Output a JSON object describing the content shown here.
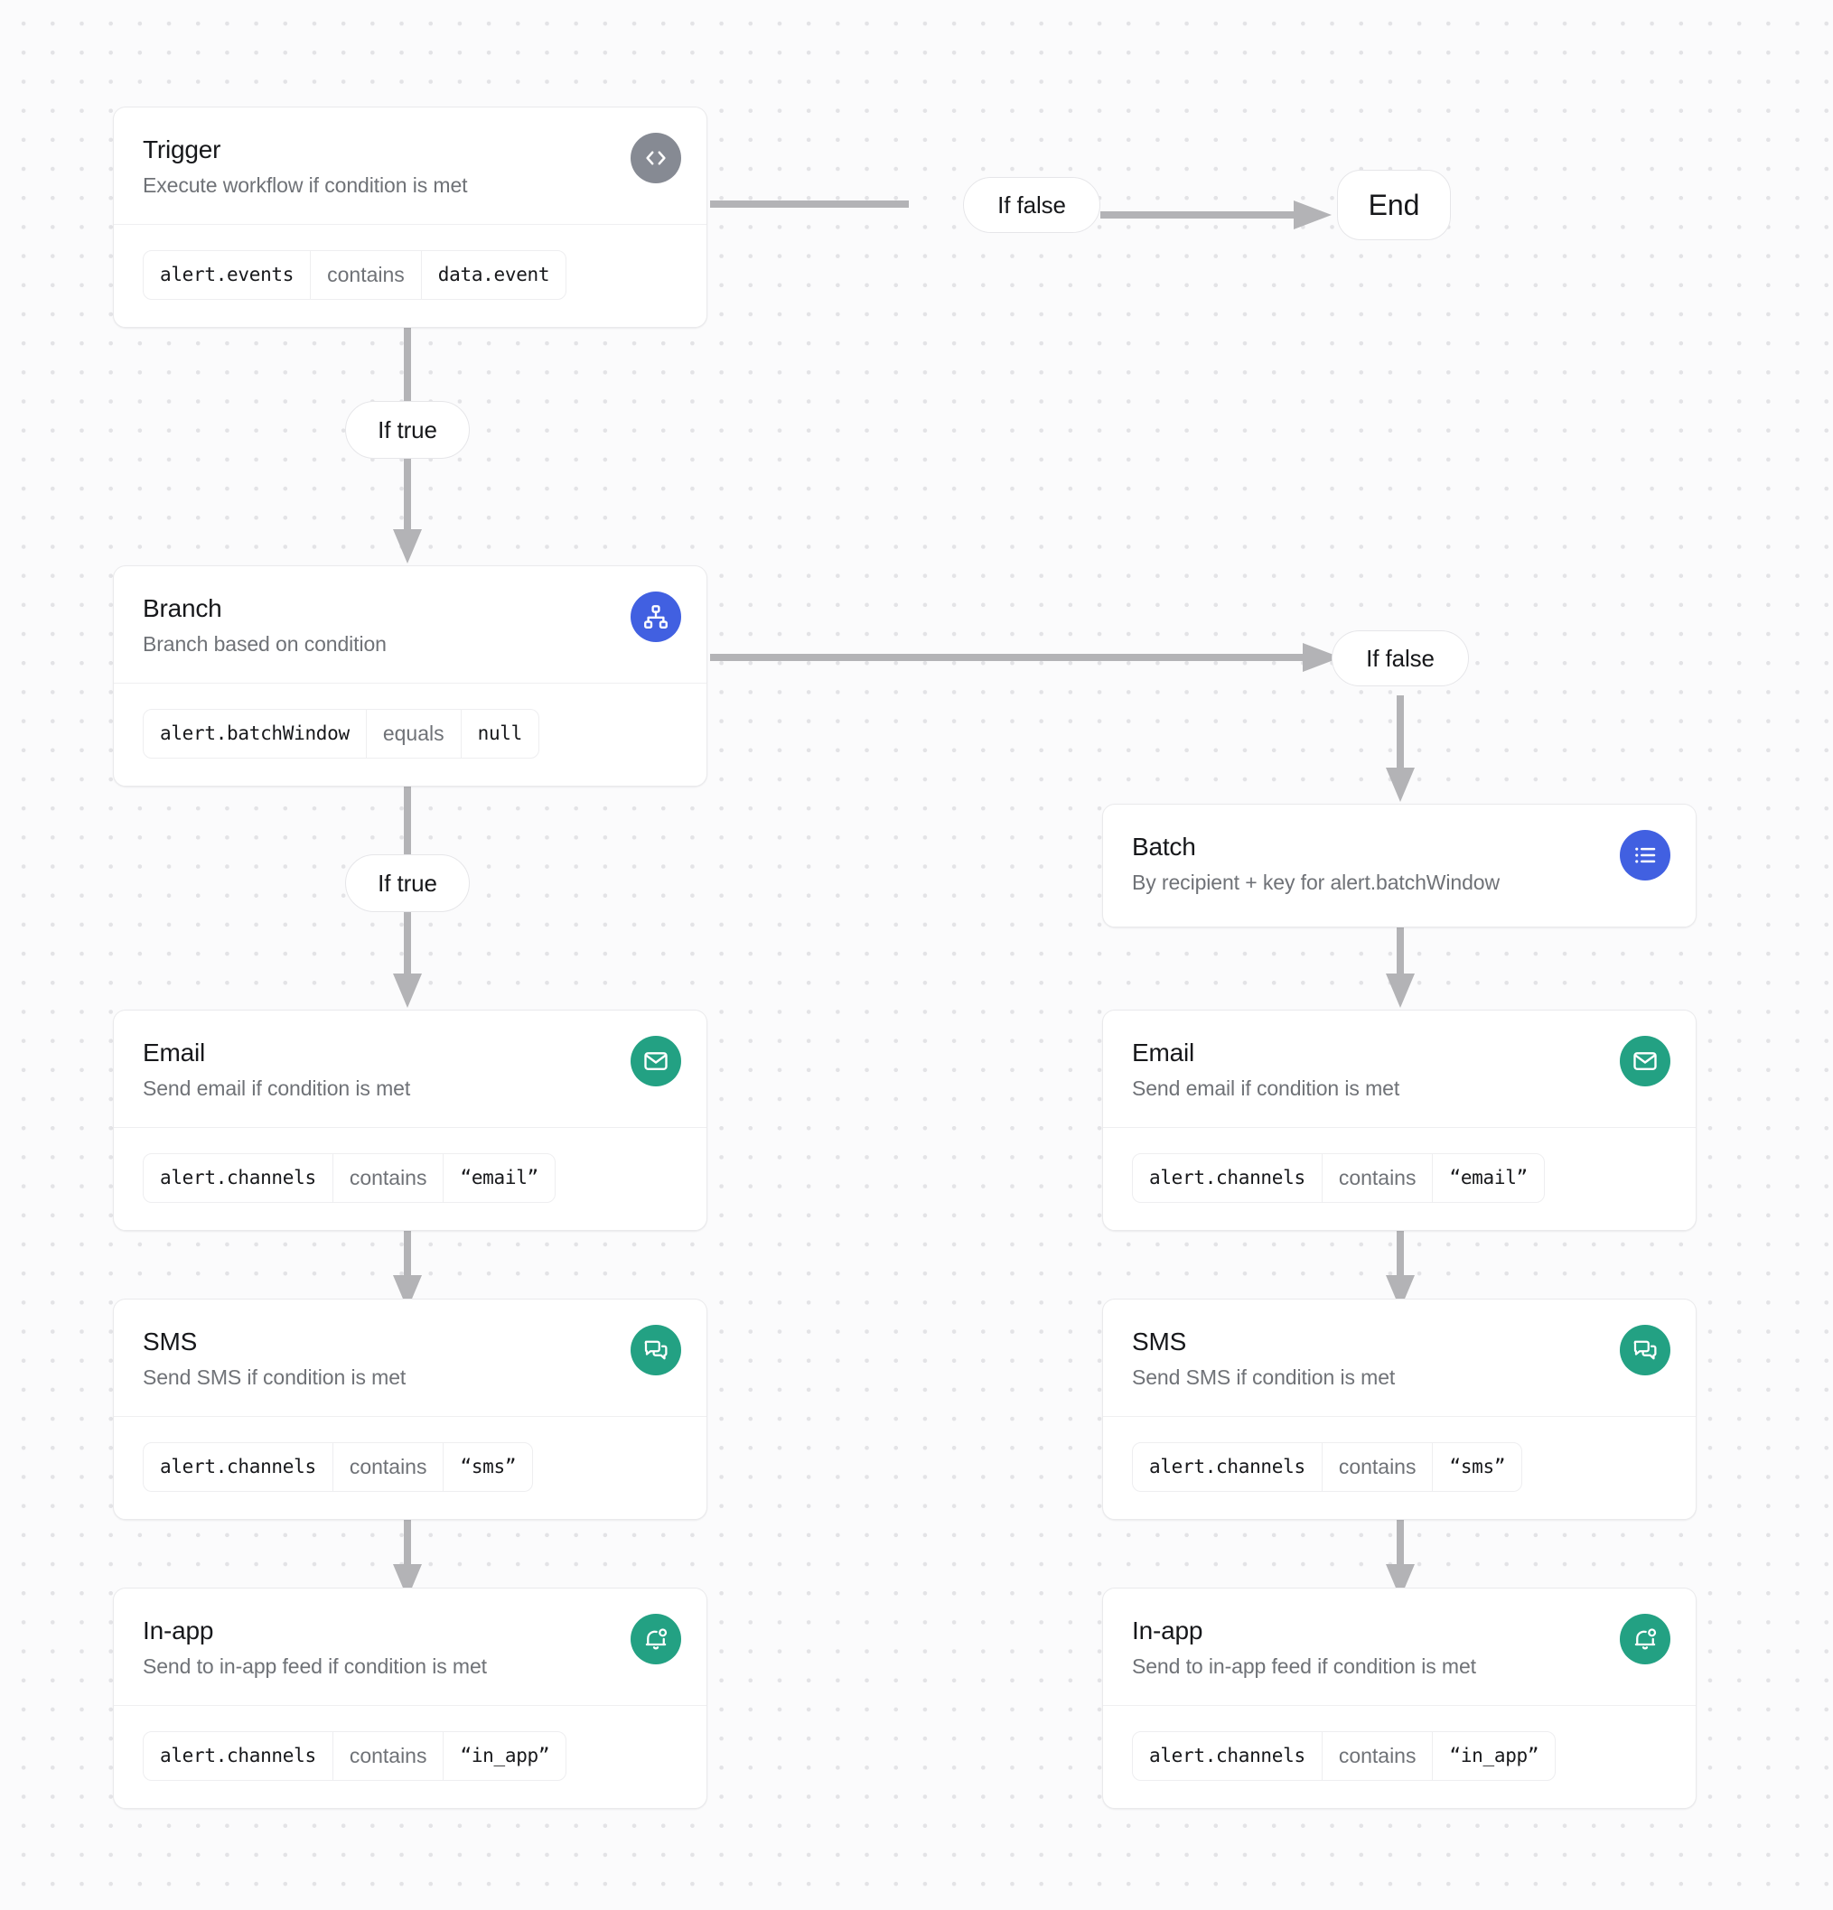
{
  "canvas": {
    "background": "#fbfbfc",
    "grid_dot_color": "#e3e3e6"
  },
  "colors": {
    "icon_gray": "#868a93",
    "icon_blue": "#4160e1",
    "icon_green": "#23a183",
    "connector": "#b3b3b6",
    "card_border": "#eaeaec",
    "title": "#17181b",
    "subtitle": "#6f7277"
  },
  "nodes": {
    "trigger": {
      "title": "Trigger",
      "subtitle": "Execute workflow if condition is met",
      "icon": "code-icon",
      "condition": {
        "field": "alert.events",
        "operator": "contains",
        "value": "data.event"
      }
    },
    "branch": {
      "title": "Branch",
      "subtitle": "Branch based on condition",
      "icon": "hierarchy-icon",
      "condition": {
        "field": "alert.batchWindow",
        "operator": "equals",
        "value": "null"
      }
    },
    "batch": {
      "title": "Batch",
      "subtitle": "By recipient + key for alert.batchWindow",
      "icon": "list-icon"
    },
    "email_left": {
      "title": "Email",
      "subtitle": "Send email if condition is met",
      "icon": "envelope-icon",
      "condition": {
        "field": "alert.channels",
        "operator": "contains",
        "value": "“email”"
      }
    },
    "sms_left": {
      "title": "SMS",
      "subtitle": "Send SMS if condition is met",
      "icon": "chat-bubbles-icon",
      "condition": {
        "field": "alert.channels",
        "operator": "contains",
        "value": "“sms”"
      }
    },
    "inapp_left": {
      "title": "In-app",
      "subtitle": "Send to in-app feed if condition is met",
      "icon": "bell-icon",
      "condition": {
        "field": "alert.channels",
        "operator": "contains",
        "value": "“in_app”"
      }
    },
    "email_right": {
      "title": "Email",
      "subtitle": "Send email if condition is met",
      "icon": "envelope-icon",
      "condition": {
        "field": "alert.channels",
        "operator": "contains",
        "value": "“email”"
      }
    },
    "sms_right": {
      "title": "SMS",
      "subtitle": "Send SMS if condition is met",
      "icon": "chat-bubbles-icon",
      "condition": {
        "field": "alert.channels",
        "operator": "contains",
        "value": "“sms”"
      }
    },
    "inapp_right": {
      "title": "In-app",
      "subtitle": "Send to in-app feed if condition is met",
      "icon": "bell-icon",
      "condition": {
        "field": "alert.channels",
        "operator": "contains",
        "value": "“in_app”"
      }
    }
  },
  "labels": {
    "trigger_if_false": "If false",
    "trigger_if_true": "If true",
    "branch_if_false": "If false",
    "branch_if_true": "If true",
    "end": "End"
  }
}
